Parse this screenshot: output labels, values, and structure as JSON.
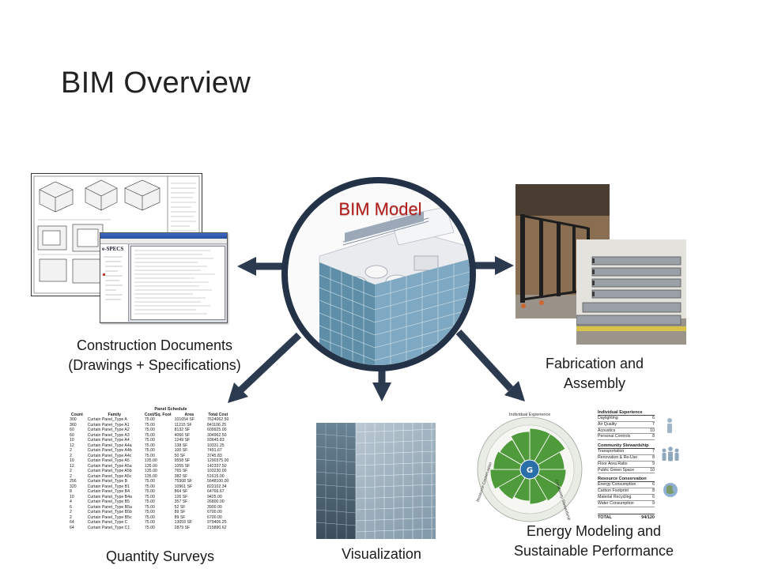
{
  "title": "BIM Overview",
  "center": {
    "label": "BIM Model"
  },
  "captions": {
    "construction_line1": "Construction Documents",
    "construction_line2": "(Drawings + Specifications)",
    "fabrication_line1": "Fabrication and",
    "fabrication_line2": "Assembly",
    "quantity": "Quantity Surveys",
    "visualization": "Visualization",
    "energy_line1": "Energy Modeling and",
    "energy_line2": "Sustainable Performance"
  },
  "spec_window": {
    "logo": "e-SPECS"
  },
  "schedule": {
    "title": "Panel Schedule",
    "headers": [
      "Count",
      "Family",
      "Cost/Sq. Foot",
      "Area",
      "Total Cost"
    ],
    "rows": [
      [
        "300",
        "Curtain Panel_Type A",
        "75.00",
        "101654 SF",
        "7624062.50"
      ],
      [
        "360",
        "Curtain Panel_Type A1",
        "75.00",
        "11215 SF",
        "841106.25"
      ],
      [
        "60",
        "Curtain Panel_Type A2",
        "75.00",
        "8132 SF",
        "609925.00"
      ],
      [
        "60",
        "Curtain Panel_Type A3",
        "75.00",
        "4066 SF",
        "304962.50"
      ],
      [
        "10",
        "Curtain Panel_Type A4",
        "75.00",
        "1249 SF",
        "93645.83"
      ],
      [
        "12",
        "Curtain Panel_Type A4a",
        "75.00",
        "138 SF",
        "10331.25"
      ],
      [
        "2",
        "Curtain Panel_Type A4b",
        "75.00",
        "100 SF",
        "7491.67"
      ],
      [
        "2",
        "Curtain Panel_Type A4c",
        "75.00",
        "50 SF",
        "3745.83"
      ],
      [
        "10",
        "Curtain Panel_Type A5",
        "135.00",
        "9558 SF",
        "1290375.00"
      ],
      [
        "12",
        "Curtain Panel_Type A5a",
        "135.00",
        "1055 SF",
        "142337.50"
      ],
      [
        "2",
        "Curtain Panel_Type A5b",
        "135.00",
        "765 SF",
        "103230.00"
      ],
      [
        "2",
        "Curtain Panel_Type A5c",
        "135.00",
        "382 SF",
        "51615.00"
      ],
      [
        "256",
        "Curtain Panel_Type B",
        "75.00",
        "75308 SF",
        "5648100.00"
      ],
      [
        "320",
        "Curtain Panel_Type B1",
        "75.00",
        "10961 SF",
        "822102.34"
      ],
      [
        "8",
        "Curtain Panel_Type B4",
        "75.00",
        "864 SF",
        "64766.67"
      ],
      [
        "10",
        "Curtain Panel_Type B4a",
        "75.00",
        "126 SF",
        "9425.00"
      ],
      [
        "4",
        "Curtain Panel_Type B5",
        "75.00",
        "357 SF",
        "26800.00"
      ],
      [
        "6",
        "Curtain Panel_Type B5a",
        "75.00",
        "52 SF",
        "3900.00"
      ],
      [
        "2",
        "Curtain Panel_Type B5b",
        "75.00",
        "89 SF",
        "6700.00"
      ],
      [
        "2",
        "Curtain Panel_Type B5c",
        "75.00",
        "89 SF",
        "6700.00"
      ],
      [
        "64",
        "Curtain Panel_Type C",
        "75.00",
        "13059 SF",
        "979406.25"
      ],
      [
        "64",
        "Curtain Panel_Type C1",
        "75.00",
        "2879 SF",
        "215890.62"
      ]
    ]
  },
  "wheel": {
    "top_label": "Individual Experience",
    "right_label": "Community Stewardship",
    "left_label": "Resource Conservation"
  },
  "scorecard": {
    "sections": [
      {
        "heading": "Individual Experience",
        "items": [
          [
            "Daylighting",
            "6"
          ],
          [
            "Air Quality",
            "7"
          ],
          [
            "Acoustics",
            "10"
          ],
          [
            "Personal Controls",
            "8"
          ]
        ]
      },
      {
        "heading": "Community Stewardship",
        "items": [
          [
            "Transportation",
            "7"
          ],
          [
            "Renovation & Re-Use",
            "8"
          ],
          [
            "Floor Area Ratio",
            "9"
          ],
          [
            "Public Green Space",
            "10"
          ]
        ]
      },
      {
        "heading": "Resource Conservation",
        "items": [
          [
            "Energy Consumption",
            "6"
          ],
          [
            "Carbon Footprint",
            "8"
          ],
          [
            "Material Recycling",
            "6"
          ],
          [
            "Water Consumption",
            "9"
          ]
        ]
      }
    ],
    "total_label": "TOTAL",
    "total_value": "94/120"
  },
  "colors": {
    "arrow": "#2b3a4f",
    "circle_stroke": "#233247",
    "bim_red": "#b01e1e",
    "wheel_green": "#4f9a3a"
  }
}
